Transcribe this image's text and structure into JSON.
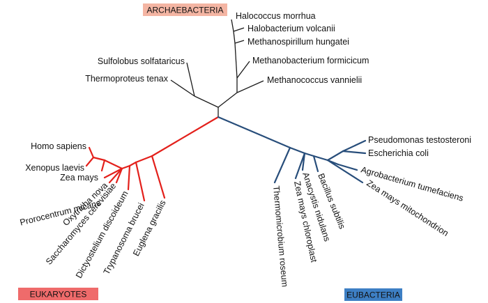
{
  "domains": {
    "archaea": {
      "label": "ARCHAEBACTERIA",
      "color": "#f4b5a3"
    },
    "eukaryotes": {
      "label": "EUKARYOTES",
      "color": "#ef6b6b"
    },
    "eubacteria": {
      "label": "EUBACTERIA",
      "color": "#3d7fc4"
    }
  },
  "branch_colors": {
    "archaea": "#1a1a1a",
    "eukaryotes": "#e3201b",
    "eubacteria": "#274d7a"
  },
  "archaea_taxa": [
    "Halococcus morrhua",
    "Halobacterium volcanii",
    "Methanospirillum hungatei",
    "Methanobacterium formicicum",
    "Methanococcus vannielii",
    "Sulfolobus solfataricus",
    "Thermoproteus tenax"
  ],
  "eukaryote_taxa": [
    "Homo sapiens",
    "Xenopus laevis",
    "Zea mays",
    "Prorocentrum micans",
    "Oxytricha nova",
    "Saccharomyces cerevisiae",
    "Dictyostelium discoideum",
    "Trypanosoma brucei",
    "Euglena gracilis"
  ],
  "eubacteria_taxa": [
    "Pseudomonas testosteroni",
    "Escherichia coli",
    "Agrobacterium tumefaciens",
    "Zea mays mitochondrion",
    "Bacillus subtilis",
    "Anacystis nidulans",
    "Zea mays chloroplast",
    "Thermomicrobium roseum"
  ]
}
